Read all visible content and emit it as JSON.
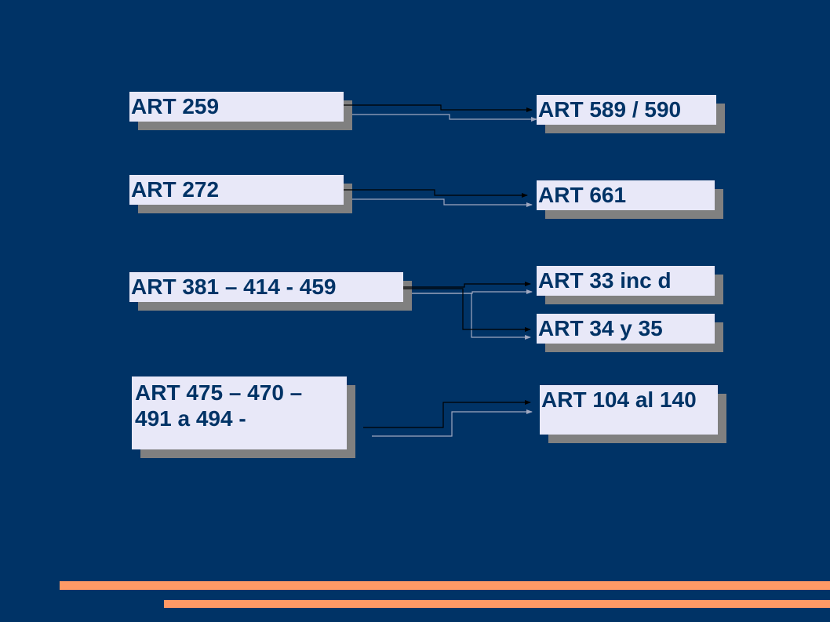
{
  "colors": {
    "background": "#003366",
    "box_fill": "#e8e8f8",
    "box_shadow": "#808080",
    "text": "#003366",
    "accent_bar": "#ff9966",
    "connector_dark": "#000000",
    "connector_light": "#a0a8c0"
  },
  "sources": {
    "s1": "ART 259",
    "s2": "ART 272",
    "s3": "ART 381 – 414 - 459",
    "s4": "ART 475 – 470 – 491 a 494 -"
  },
  "targets": {
    "t1": "ART 589 / 590",
    "t2": "ART 661",
    "t3": "ART 33 inc d",
    "t4": "ART 34 y 35",
    "t5": "ART 104 al 140"
  },
  "links": [
    {
      "from": "s1",
      "to": "t1"
    },
    {
      "from": "s2",
      "to": "t2"
    },
    {
      "from": "s3",
      "to": "t3"
    },
    {
      "from": "s3",
      "to": "t4"
    },
    {
      "from": "s4",
      "to": "t5"
    }
  ]
}
